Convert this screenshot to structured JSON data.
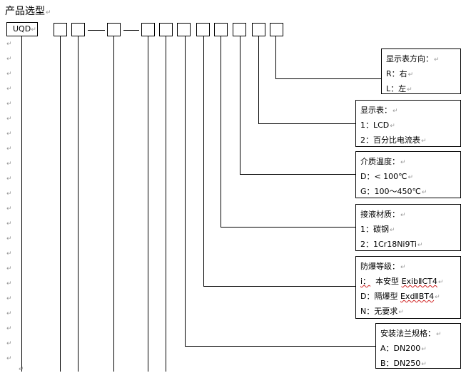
{
  "title": "产品选型",
  "model_code": "UQD",
  "para_mark": "↵",
  "display_direction": {
    "heading": "显示表方向：",
    "options": [
      "R：右",
      "L：左"
    ]
  },
  "display_meter": {
    "heading": "显示表：",
    "options": [
      "1：LCD",
      "2：百分比电流表"
    ]
  },
  "medium_temperature": {
    "heading": "介质温度：",
    "options": [
      "D：< 100℃",
      "G：100～450℃"
    ]
  },
  "wetted_material": {
    "heading": "接液材质：",
    "options": [
      "1：碳钢",
      "2：1Cr18Ni9Ti"
    ]
  },
  "explosion_grade": {
    "heading": "防爆等级：",
    "opt_i_code": "i：",
    "opt_i_text": "本安型",
    "opt_i_mark": "ExibⅡCT4",
    "opt_d_code": "D：",
    "opt_d_text": "隔爆型",
    "opt_d_mark": "ExdⅡBT4",
    "opt_n": "N：无要求"
  },
  "flange_spec": {
    "heading": "安装法兰规格：",
    "options": [
      "A：DN200",
      "B：DN250"
    ]
  }
}
